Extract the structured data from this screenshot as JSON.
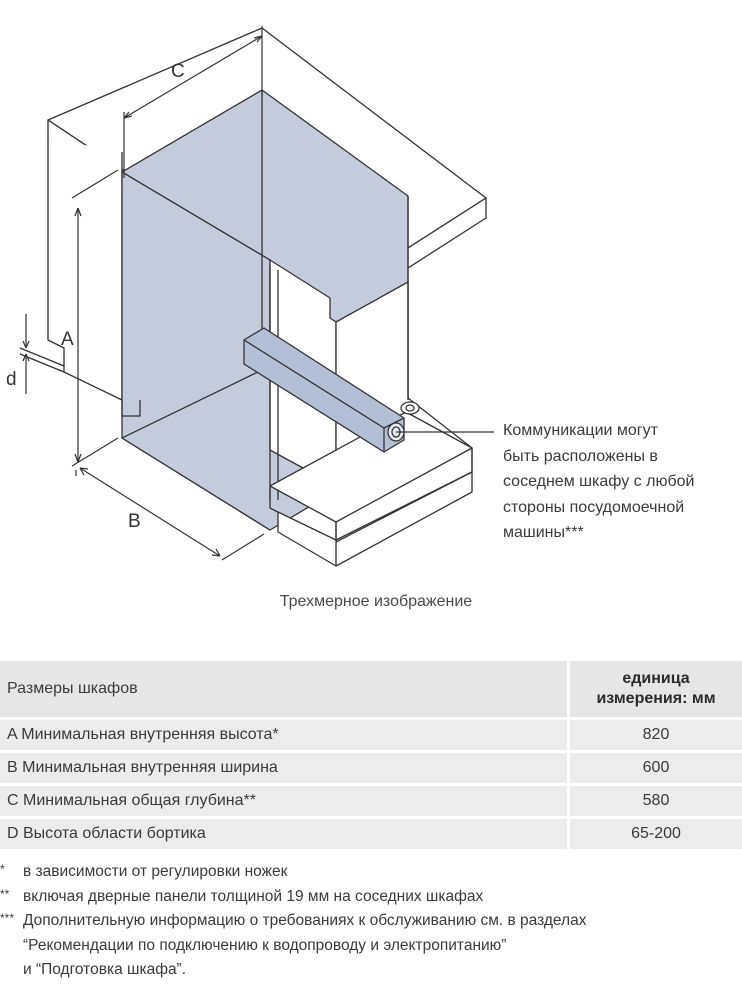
{
  "diagram": {
    "labels": {
      "a": "A",
      "b": "B",
      "c": "C",
      "d": "d"
    },
    "callout_lines": [
      "Коммуникации могут",
      "быть расположены в",
      "соседнем шкафу с любой",
      "стороны посудомоечной",
      "машины***"
    ],
    "caption": "Трехмерное изображение",
    "colors": {
      "panel": "#c4ccdc",
      "lines": "#333333",
      "pipe": "#b3bfd4"
    }
  },
  "table": {
    "header_left": "Размеры шкафов",
    "header_right_line1": "единица",
    "header_right_line2": "измерения: мм",
    "rows": [
      {
        "label": "A Минимальная внутренняя высота*",
        "value": "820"
      },
      {
        "label": "B Минимальная внутренняя ширина",
        "value": "600"
      },
      {
        "label": "C Минимальная общая глубина**",
        "value": "580"
      },
      {
        "label": "D Высота области бортика",
        "value": "65-200"
      }
    ]
  },
  "footnotes": [
    {
      "mark": "*",
      "text": "в зависимости от регулировки ножек"
    },
    {
      "mark": "**",
      "text": "включая дверные панели толщиной 19 мм на соседних шкафах"
    },
    {
      "mark": "***",
      "text": "Дополнительную информацию о требованиях к обслуживанию см. в разделах"
    },
    {
      "mark": "",
      "text": "“Рекомендации по подключению к водопроводу и электропитанию”"
    },
    {
      "mark": "",
      "text": "и “Подготовка шкафа”."
    }
  ]
}
